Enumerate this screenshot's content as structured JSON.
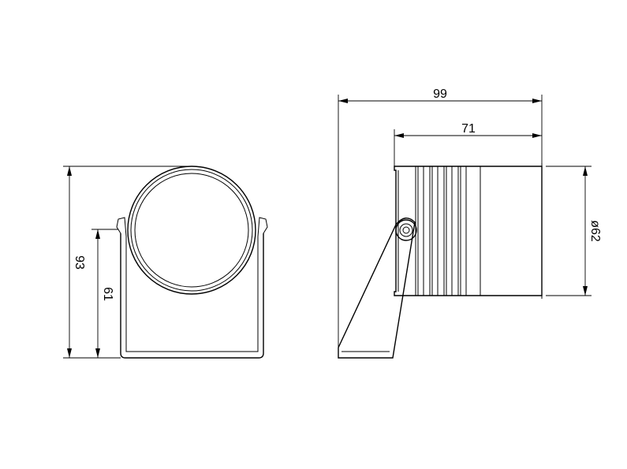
{
  "dimensions": {
    "front_overall_height": "93",
    "front_bracket_height": "61",
    "side_overall_length": "99",
    "side_body_length": "71",
    "side_diameter": "ø62"
  }
}
